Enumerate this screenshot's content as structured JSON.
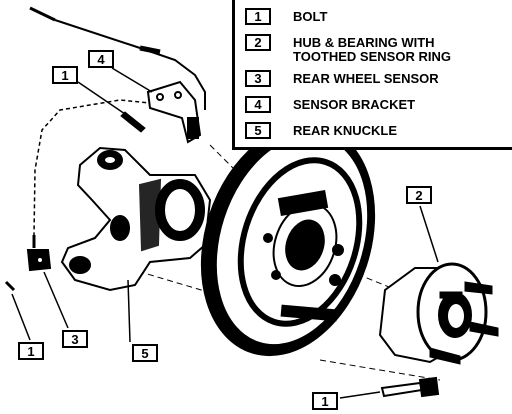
{
  "legend": [
    {
      "num": "1",
      "text": "BOLT"
    },
    {
      "num": "2",
      "text": "HUB & BEARING WITH",
      "text2": "TOOTHED SENSOR RING"
    },
    {
      "num": "3",
      "text": "REAR WHEEL SENSOR"
    },
    {
      "num": "4",
      "text": "SENSOR BRACKET"
    },
    {
      "num": "5",
      "text": "REAR KNUCKLE"
    }
  ],
  "callouts": {
    "c4": "4",
    "c1_top": "1",
    "c2": "2",
    "c3": "3",
    "c1_left": "1",
    "c5": "5",
    "c1_bottom": "1"
  }
}
